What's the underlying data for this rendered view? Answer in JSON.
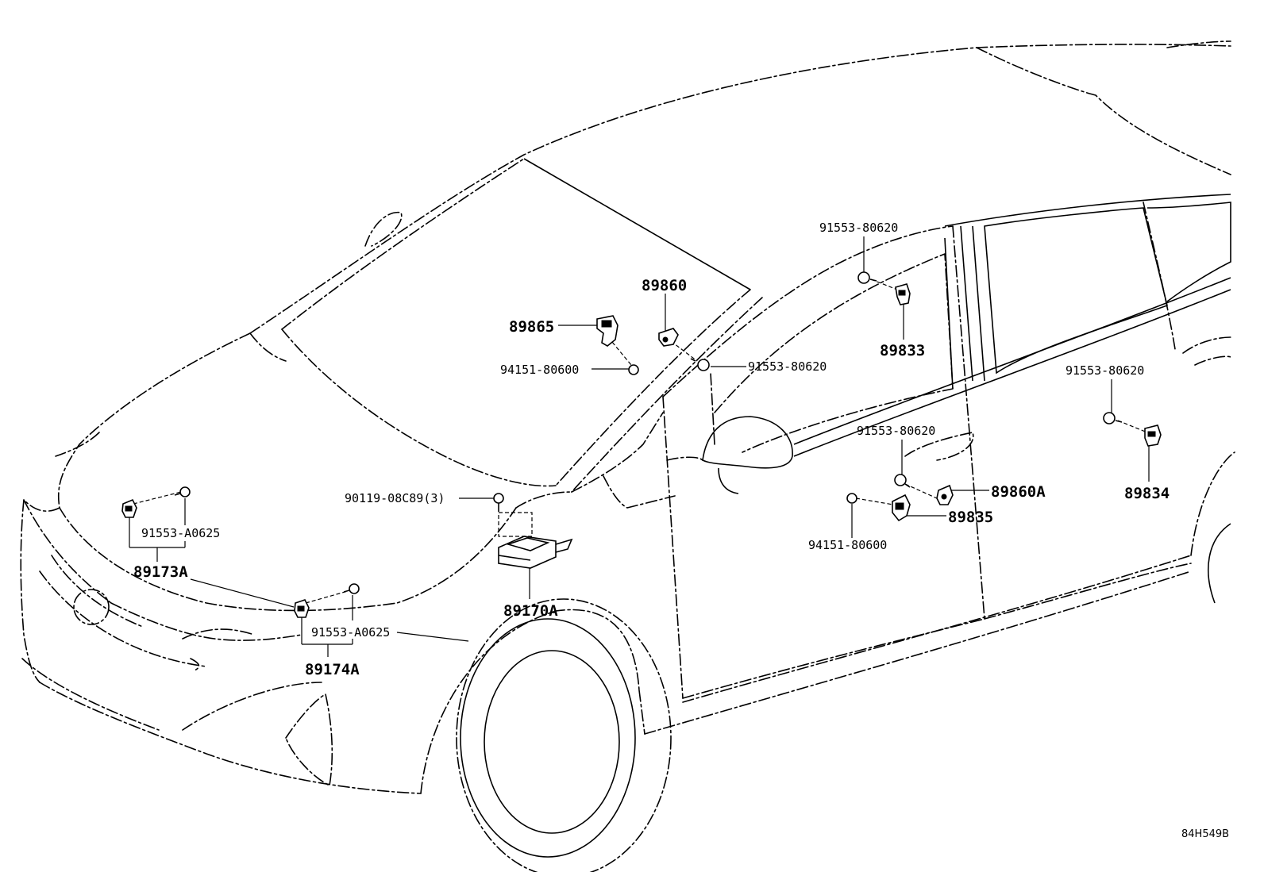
{
  "labels": {
    "p89860": "89860",
    "p89865": "89865",
    "p94151_upper": "94151-80600",
    "p91553_center": "91553-80620",
    "p91553_top": "91553-80620",
    "p89833": "89833",
    "p91553_right": "91553-80620",
    "p91553_mid": "91553-80620",
    "p89860A": "89860A",
    "p89835": "89835",
    "p94151_lower": "94151-80600",
    "p89834": "89834",
    "p90119": "90119-08C89(3)",
    "p89170A": "89170A",
    "p91553A_left": "91553-A0625",
    "p89173A": "89173A",
    "p91553A_lower": "91553-A0625",
    "p89174A": "89174A"
  },
  "diagram_code": "84H549B"
}
